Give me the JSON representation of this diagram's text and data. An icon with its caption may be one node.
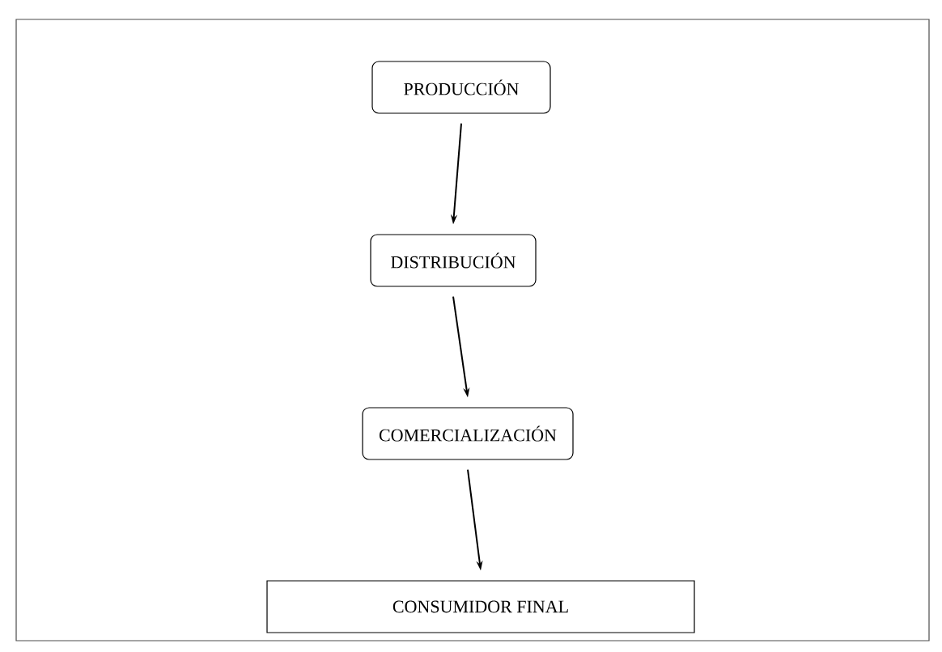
{
  "diagram": {
    "nodes": [
      {
        "text": [
          "PRODUCCIÓN"
        ]
      },
      {
        "text": [
          "DISTRIBUCIÓN"
        ]
      },
      {
        "text": [
          "COMERCIALIZACIÓN"
        ]
      },
      {
        "text": [
          "CONSUMIDOR FINAL"
        ]
      }
    ],
    "edges": [
      {
        "from": 0,
        "to": 1,
        "arrow": "to"
      },
      {
        "from": 1,
        "to": 2,
        "arrow": "to"
      },
      {
        "from": 2,
        "to": 3,
        "arrow": "to"
      }
    ]
  }
}
